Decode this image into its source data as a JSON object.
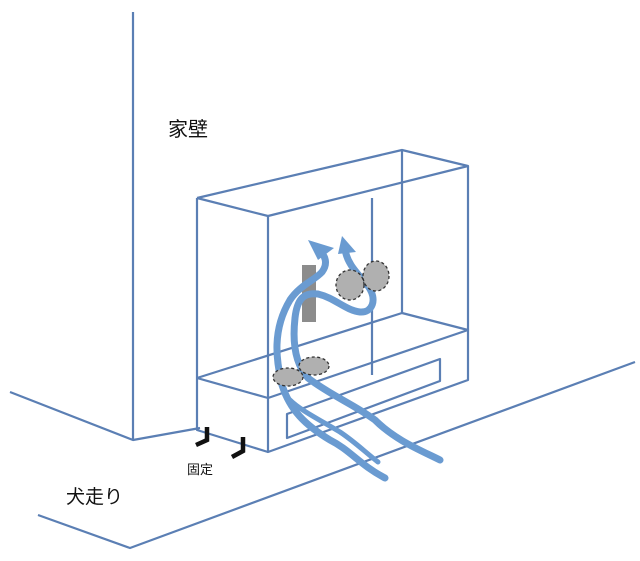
{
  "labels": {
    "wall": "家壁",
    "fixed": "固定",
    "foundation_ledge": "犬走り"
  },
  "colors": {
    "line": "#5b7fb4",
    "wave_stroke": "#6a9bd1",
    "post": "#8c8c8c",
    "hole_fill": "#b0b0b0",
    "bracket": "#111111"
  }
}
